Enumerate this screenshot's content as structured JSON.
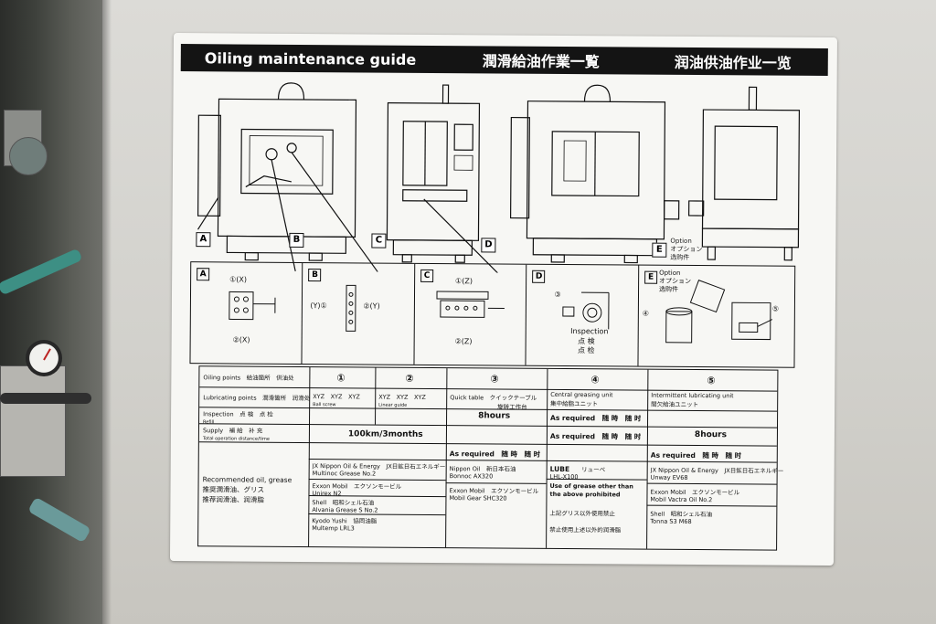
{
  "sticker": {
    "title_en": "Oiling maintenance guide",
    "title_ja": "潤滑給油作業一覧",
    "title_zh": "润油供油作业一览",
    "machine_labels": [
      "A",
      "B",
      "C",
      "D",
      "E"
    ],
    "option_note": "Option\nオプション\n选购件",
    "details": {
      "a": {
        "label": "A",
        "top": "①(X)",
        "bottom": "②(X)"
      },
      "b": {
        "label": "B",
        "left": "(Y)①",
        "right": "②(Y)"
      },
      "c": {
        "label": "C",
        "top": "①(Z)",
        "bottom": "②(Z)"
      },
      "d": {
        "label": "D",
        "marker": "③",
        "note1": "Inspection",
        "note2": "点 検",
        "note3": "点 检"
      },
      "e": {
        "label": "E",
        "option": "Option",
        "option_ja": "オプション",
        "option_zh": "选购件",
        "marker4": "④",
        "marker5": "⑤"
      }
    },
    "table": {
      "row_labels": {
        "oiling_points": "Oiling points",
        "oiling_points_jz": "給油箇所　供油处",
        "lubricating_points": "Lubricating points",
        "lubricating_points_jz": "潤滑箇所　润滑处",
        "inspection": "Inspection",
        "inspection_sub": "Refill",
        "inspection_jz": "点 検　点 检",
        "supply": "Supply",
        "supply_sub": "Total operation distance/time",
        "supply_jz": "補 給　补 充",
        "recommended": "Recommended oil, grease",
        "recommended_ja": "推奨潤滑油、グリス",
        "recommended_zh": "推荐润滑油、润滑脂"
      },
      "columns": [
        "①",
        "②",
        "③",
        "④",
        "⑤"
      ],
      "c1_lube": "XYZ　XYZ　XYZ",
      "c1_lube_sub": "Ball screw",
      "c2_lube": "XYZ　XYZ　XYZ",
      "c2_lube_sub": "Linear guide",
      "c12_supply": "100km/3months",
      "c3_lube": "Quick table",
      "c3_lube_ja": "クイックテーブル",
      "c3_lube_zh": "旋转工作台",
      "c3_supply": "8hours",
      "c3_asreq": "As required　随 時　随 时",
      "c4_lube": "Central greasing unit",
      "c4_lube_ja": "集中給脂ユニット",
      "c4_asreq1": "As required　随 時　随 时",
      "c4_asreq2": "As required　随 時　随 时",
      "c5_lube": "Intermittent lubricating unit",
      "c5_lube_ja": "間欠給油ユニット",
      "c5_supply": "8hours",
      "c5_asreq": "As required　随 時　随 时",
      "oils_c12": [
        {
          "en": "JX Nippon Oil & Energy",
          "ja": "JX日鉱日石エネルギー",
          "p": "Multinoc Grease No.2"
        },
        {
          "en": "Exxon Mobil",
          "ja": "エクソンモービル",
          "p": "Unirex N2"
        },
        {
          "en": "Shell",
          "ja": "昭和シェル石油",
          "p": "Alvania Grease S No.2"
        },
        {
          "en": "Kyodo Yushi",
          "ja": "協同油脂",
          "p": "Multemp LRL3"
        }
      ],
      "oils_c3": [
        {
          "en": "Nippon Oil",
          "ja": "新日本石油",
          "p": "Bonnoc AX320"
        },
        {
          "en": "Exxon Mobil",
          "ja": "エクソンモービル",
          "p": "Mobil Gear SHC320"
        }
      ],
      "oils_c4": {
        "lube": "LUBE",
        "lube_ja": "リューベ",
        "p": "LHL-X100",
        "warn": "Use of grease other than the above prohibited",
        "warn_ja": "上記グリス以外使用禁止",
        "warn_zh": "禁止使用上述以外的润滑脂"
      },
      "oils_c5": [
        {
          "en": "JX Nippon Oil & Energy",
          "ja": "JX日鉱日石エネルギー",
          "p": "Unway EV68"
        },
        {
          "en": "Exxon Mobil",
          "ja": "エクソンモービル",
          "p": "Mobil Vactra Oil No.2"
        },
        {
          "en": "Shell",
          "ja": "昭和シェル石油",
          "p": "Tonna S3 M68"
        }
      ]
    }
  }
}
